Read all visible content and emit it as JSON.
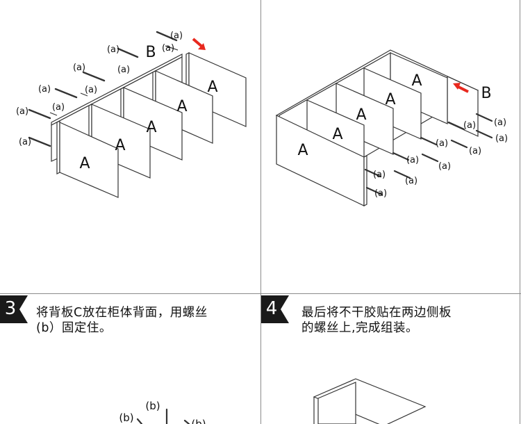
{
  "labels": {
    "panel": "A",
    "back": "B",
    "screw_a": "(a)",
    "screw_b": "(b)"
  },
  "steps": [
    {
      "number": "3",
      "line1": "将背板C放在柜体背面，用螺丝",
      "line2": "(b）固定住。"
    },
    {
      "number": "4",
      "line1": "最后将不干胶贴在两边侧板",
      "line2": "的螺丝上,完成组装。"
    }
  ],
  "colors": {
    "arrow": "#e8281e",
    "line": "#333333",
    "badge": "#1a1a1a"
  }
}
